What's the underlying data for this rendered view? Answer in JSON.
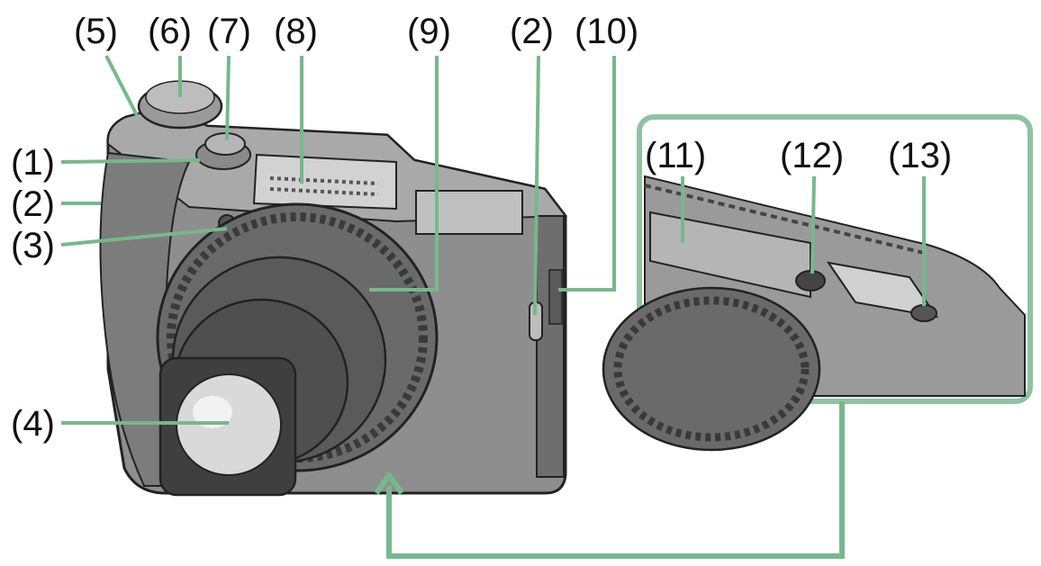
{
  "colors": {
    "background": "#ffffff",
    "camera_body": "#8e8e8e",
    "camera_body_light": "#a9a9a9",
    "camera_body_dark": "#6e6e6e",
    "lens_dark": "#4f4f4f",
    "lens_glass": "#d9d9d9",
    "inset_frame": "#8fc2a2",
    "leader_line": "#76b88c",
    "label_text": "#111111"
  },
  "labels": {
    "l1": "(1)",
    "l2a": "(2)",
    "l3": "(3)",
    "l4": "(4)",
    "l5": "(5)",
    "l6": "(6)",
    "l7": "(7)",
    "l8": "(8)",
    "l9": "(9)",
    "l2b": "(2)",
    "l10": "(10)",
    "l11": "(11)",
    "l12": "(12)",
    "l13": "(13)"
  },
  "icons": {
    "inset_arrow": "arrow-up-icon"
  }
}
